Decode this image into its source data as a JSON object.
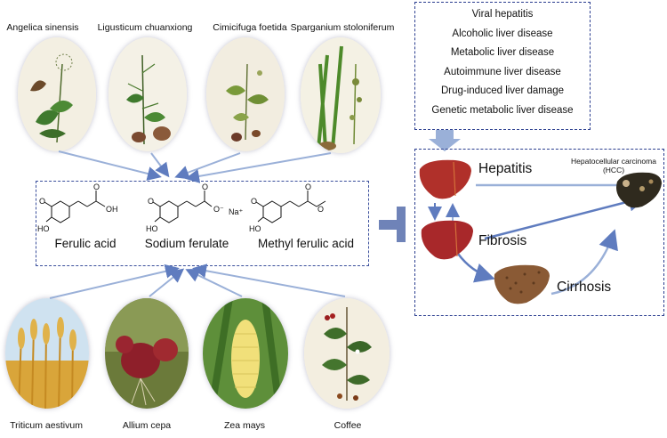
{
  "top_plants": [
    {
      "label": "Angelica sinensis"
    },
    {
      "label": "Ligusticum chuanxiong"
    },
    {
      "label": "Cimicifuga foetida"
    },
    {
      "label": "Sparganium stoloniferum"
    }
  ],
  "bottom_plants": [
    {
      "label": "Triticum aestivum"
    },
    {
      "label": "Allium cepa"
    },
    {
      "label": "Zea mays"
    },
    {
      "label": "Coffee"
    }
  ],
  "compounds": [
    {
      "name": "Ferulic acid",
      "group": "OH"
    },
    {
      "name": "Sodium ferulate",
      "group": "Na⁺"
    },
    {
      "name": "Methyl ferulic acid",
      "group": ""
    }
  ],
  "structure_labels": {
    "o_methoxy": "O",
    "oh": "HO",
    "o_carbonyl": "O",
    "o_minus": "O⁻"
  },
  "liver_diseases": [
    "Viral hepatitis",
    "Alcoholic liver disease",
    "Metabolic liver disease",
    "Autoimmune liver disease",
    "Drug-induced liver damage",
    "Genetic metabolic liver disease"
  ],
  "stages": {
    "hepatitis": "Hepatitis",
    "fibrosis": "Fibrosis",
    "cirrhosis": "Cirrhosis",
    "hcc_line1": "Hepatocellular carcinoma",
    "hcc_line2": "(HCC)"
  },
  "colors": {
    "box_border": "#2a3d8f",
    "arrow": "#7d95c9",
    "inhibit_symbol": "#6f83b8",
    "liver_healthy": "#b0302a",
    "liver_cirrhosis": "#8a5a35",
    "liver_hcc": "#2f2a1e"
  }
}
